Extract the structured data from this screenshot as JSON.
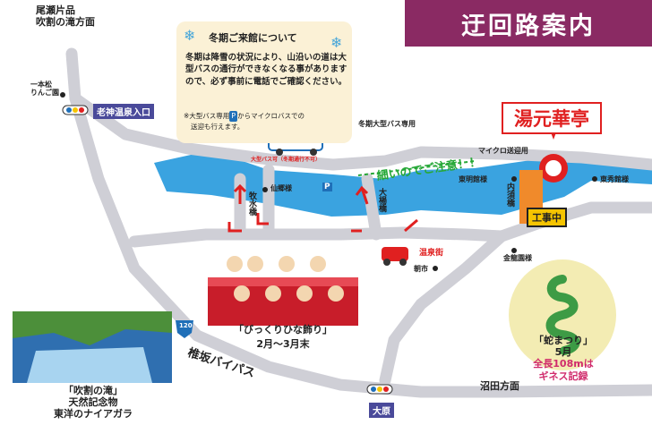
{
  "title": "迂回路案内",
  "notice": {
    "title": "冬期ご来館について",
    "body": "冬期は降雪の状況により、山沿いの道は大型バスの通行ができなくなる事がありますので、必ず事前に電話でご確認ください。",
    "note_pre": "※大型バス専用",
    "note_badge": "P",
    "note_post": "からマイクロバスでの",
    "note_line2": "送迎も行えます。"
  },
  "hotel": "湯元華亭",
  "labels": {
    "oze_1": "尾瀬片品",
    "oze_2": "吹割の滝",
    "oze_dir": "方面",
    "ringo_1": "一本松",
    "ringo_2": "りんご園",
    "onsen_iriguchi": "老神温泉入口",
    "bus_limit": "大型バス可（冬期通行不可）",
    "winter_bus": "冬期大型バス専用",
    "narrow": "細いのでご注意！！",
    "micro": "マイクロ送迎用",
    "tomei": "東明館様",
    "toshu": "東秀館様",
    "senkyo": "仙郷様",
    "bokusui": "牧水橋",
    "ookawa": "大楊橋",
    "uchisuge": "内須橋",
    "kouji": "工事中",
    "onsen_gai": "温泉街",
    "asaichi": "朝市",
    "kinkan": "金龍園様",
    "hina": "「びっくりひな飾り」",
    "hina_date": "2月～3月末",
    "route": "120",
    "bypass": "椎坂バイパス",
    "numata": "沼田方面",
    "ohara": "大原",
    "fall_title": "「吹割の滝」",
    "fall_sub1": "天然記念物",
    "fall_sub2": "東洋のナイアガラ",
    "snake_title": "「蛇まつり」",
    "snake_date": "5月",
    "snake_len": "全長108mは",
    "snake_rec": "ギネス記録",
    "p_mark": "P"
  },
  "colors": {
    "banner": "#8a2a63",
    "river": "#3aa3e0",
    "road": "#cfcfd6",
    "accent_red": "#e02020",
    "green": "#27a838",
    "snake_bg": "#f3ecb3"
  }
}
